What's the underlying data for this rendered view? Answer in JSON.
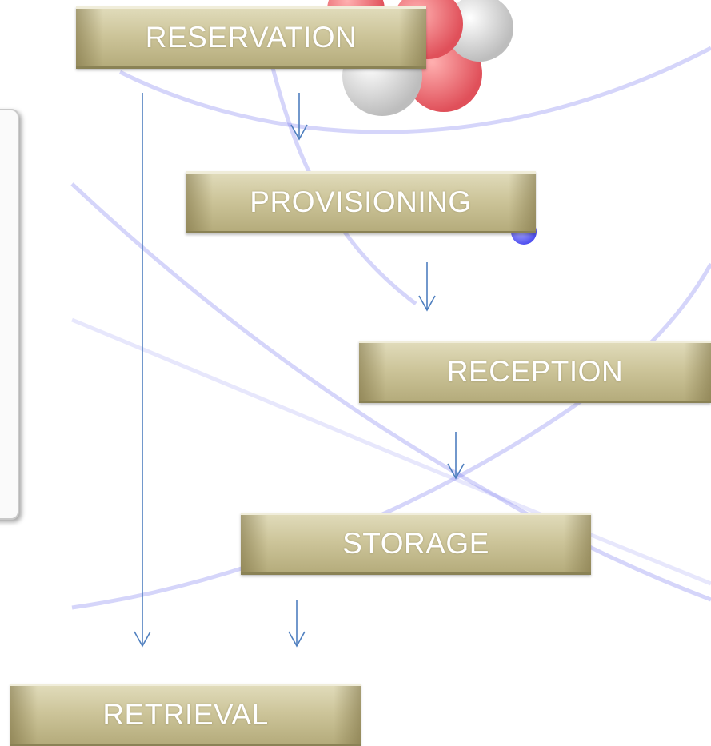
{
  "steps": {
    "reservation": "RESERVATION",
    "provisioning": "PROVISIONING",
    "reception": "RECEPTION",
    "storage": "STORAGE",
    "retrieval": "RETRIEVAL"
  },
  "colors": {
    "box_fill": "#cdc59a",
    "box_text": "#ffffff",
    "arrow": "#4f7fbf",
    "orbit": "#7b7bf0"
  }
}
